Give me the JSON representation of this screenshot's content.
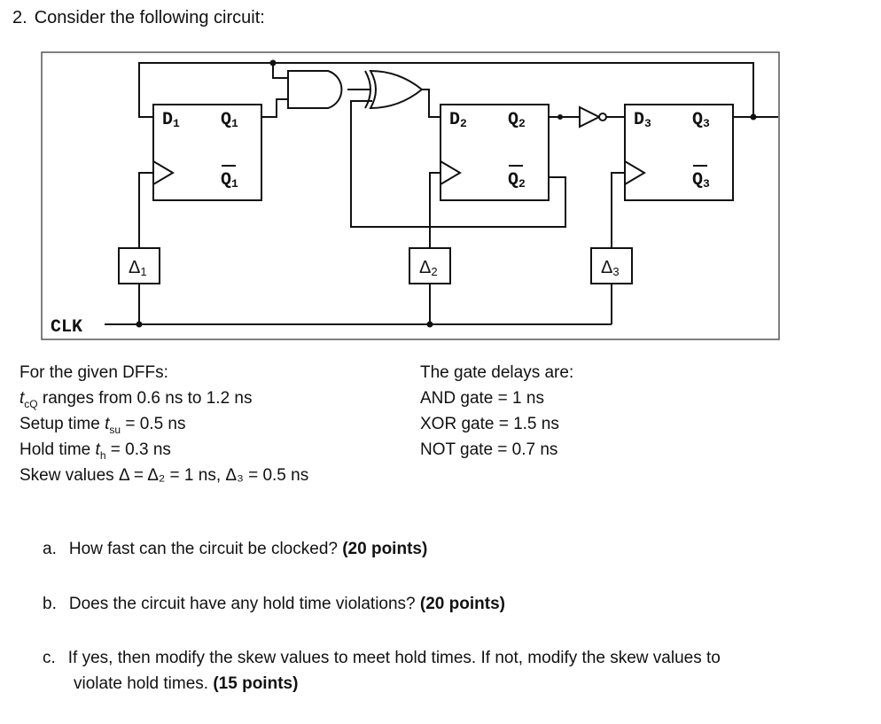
{
  "question": {
    "number": "2.",
    "title": "Consider the following circuit:"
  },
  "circuit": {
    "clk_label": "CLK",
    "ff1": {
      "d": "D",
      "d_sub": "1",
      "q": "Q",
      "q_sub": "1",
      "qbar": "Q",
      "qbar_sub": "1"
    },
    "ff2": {
      "d": "D",
      "d_sub": "2",
      "q": "Q",
      "q_sub": "2",
      "qbar": "Q",
      "qbar_sub": "2"
    },
    "ff3": {
      "d": "D",
      "d_sub": "3",
      "q": "Q",
      "q_sub": "3",
      "qbar": "Q",
      "qbar_sub": "3"
    },
    "delta1": {
      "sym": "Δ",
      "sub": "1"
    },
    "delta2": {
      "sym": "Δ",
      "sub": "2"
    },
    "delta3": {
      "sym": "Δ",
      "sub": "3"
    }
  },
  "dff_params": {
    "heading": "For the given DFFs:",
    "tcq_prefix": "t",
    "tcq_sub": "cQ",
    "tcq_text": " ranges from 0.6 ns to 1.2 ns",
    "setup_prefix": "Setup time ",
    "setup_t": "t",
    "setup_sub": "su",
    "setup_value": " = 0.5 ns",
    "hold_prefix": "Hold time ",
    "hold_t": "t",
    "hold_sub": "h",
    "hold_value": " = 0.3 ns",
    "skew_text": "Skew values Δ  = Δ₂ = 1 ns, Δ₃ = 0.5 ns"
  },
  "gate_delays": {
    "heading": "The gate delays are:",
    "and": "AND gate = 1 ns",
    "xor": "XOR gate = 1.5 ns",
    "not": "NOT gate = 0.7 ns"
  },
  "parts": [
    {
      "letter": "a.",
      "text": "How fast can the circuit be clocked? ",
      "points": "(20 points)"
    },
    {
      "letter": "b.",
      "text": "Does the circuit have any hold time violations? ",
      "points": "(20 points)"
    },
    {
      "letter": "c.",
      "text": "If yes, then modify the skew values to meet hold times. If not, modify the skew values to",
      "text2": "violate hold times. ",
      "points": "(15 points)"
    }
  ]
}
